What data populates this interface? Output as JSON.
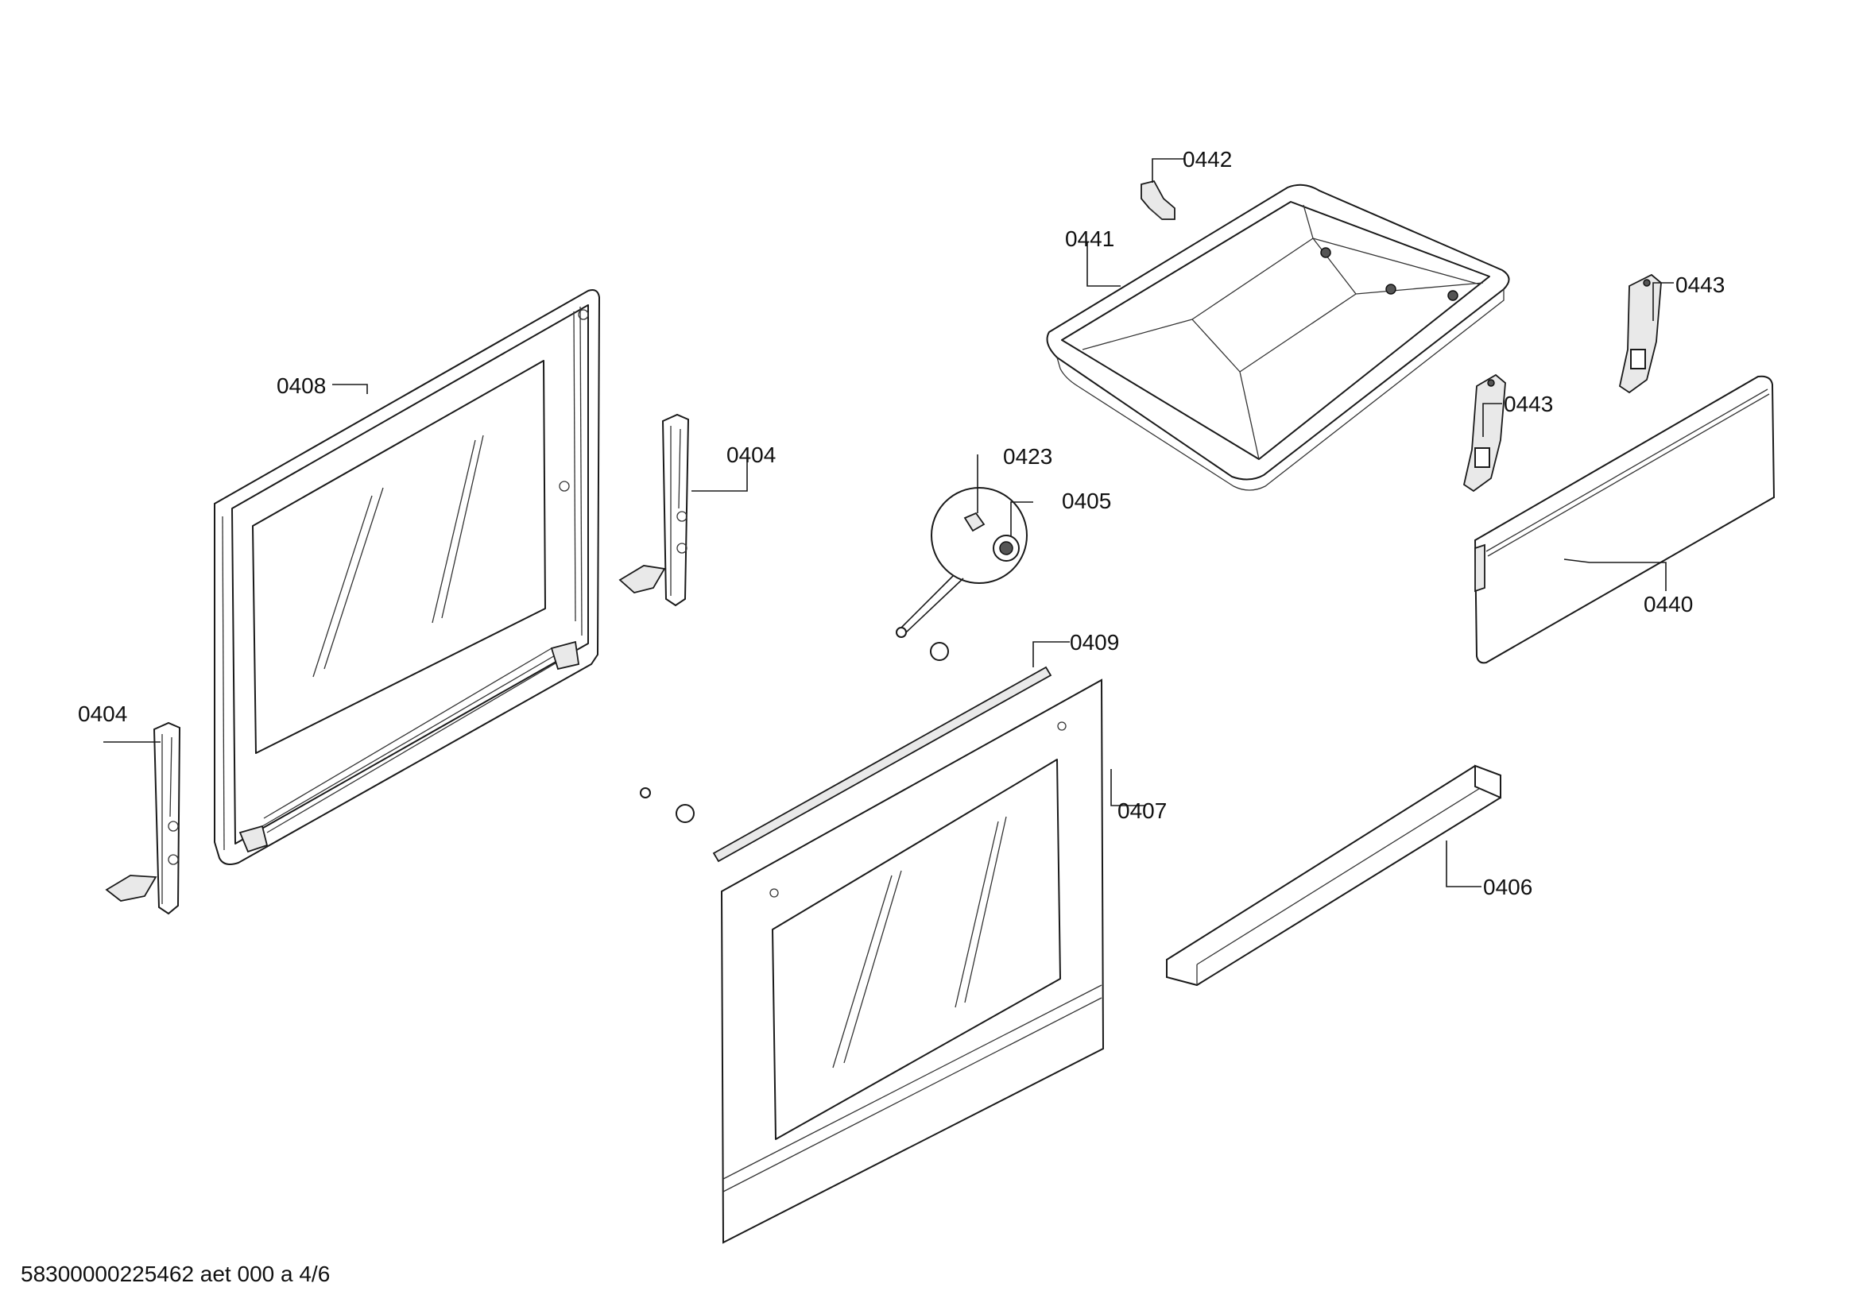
{
  "parts": [
    {
      "key": "p0442",
      "label": "0442"
    },
    {
      "key": "p0441",
      "label": "0441"
    },
    {
      "key": "p0443a",
      "label": "0443"
    },
    {
      "key": "p0443b",
      "label": "0443"
    },
    {
      "key": "p0408",
      "label": "0408"
    },
    {
      "key": "p0404a",
      "label": "0404"
    },
    {
      "key": "p0404b",
      "label": "0404"
    },
    {
      "key": "p0423",
      "label": "0423"
    },
    {
      "key": "p0405",
      "label": "0405"
    },
    {
      "key": "p0440",
      "label": "0440"
    },
    {
      "key": "p0409",
      "label": "0409"
    },
    {
      "key": "p0407",
      "label": "0407"
    },
    {
      "key": "p0406",
      "label": "0406"
    }
  ],
  "footer": "58300000225462 aet 000 a 4/6"
}
